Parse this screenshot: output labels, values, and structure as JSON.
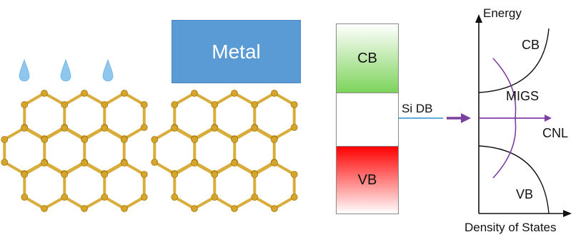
{
  "metal_label": "Metal",
  "band_diagram": {
    "cb_label": "CB",
    "vb_label": "VB",
    "defect_label": "Si DB"
  },
  "dos_plot": {
    "y_axis_label": "Energy",
    "x_axis_label": "Density of States",
    "cb_label": "CB",
    "vb_label": "VB",
    "migs_label": "MIGS",
    "cnl_label": "CNL"
  },
  "colors": {
    "atom": "#d4a52a",
    "bond": "#d9ad3c",
    "water_drop": "#8ec7ee",
    "metal": "#5b9bd5",
    "conduction_band": "#7dd35a",
    "valence_band": "#ff0000",
    "migs_curve": "#7b3fa0",
    "defect_line": "#2f8fd0"
  },
  "icons": [
    "water-drop-icon",
    "arrow-right-icon"
  ]
}
